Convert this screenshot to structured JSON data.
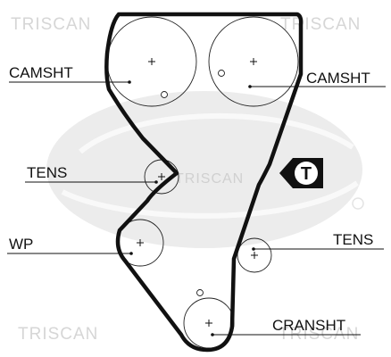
{
  "watermarks": {
    "top_left": "TRISCAN",
    "top_right": "TRISCAN",
    "middle": "TRISCAN",
    "bottom_left": "TRISCAN",
    "bottom_right": "TRISCAN"
  },
  "labels": {
    "camshaft_left": "CAMSHT",
    "camshaft_right": "CAMSHT",
    "tensioner_left": "TENS",
    "water_pump": "WP",
    "tensioner_right": "TENS",
    "crankshaft": "CRANSHT"
  },
  "tensioner_badge": "T",
  "colors": {
    "belt": "#111111",
    "watermark_logo": "#e8e8e8",
    "badge": "#111111"
  }
}
